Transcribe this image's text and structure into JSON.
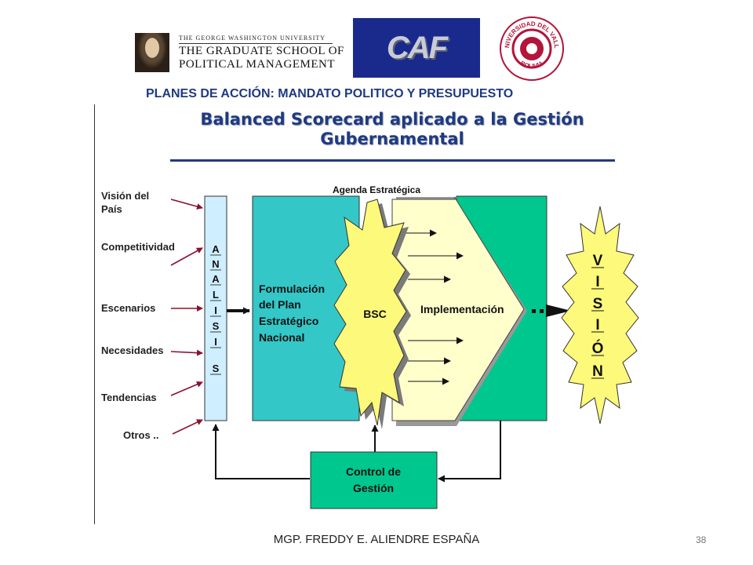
{
  "logos": {
    "gwu": {
      "line1": "THE GEORGE WASHINGTON UNIVERSITY",
      "line2": "THE GRADUATE SCHOOL OF",
      "line3": "POLITICAL MANAGEMENT"
    },
    "caf": {
      "text": "CAF"
    },
    "univalle": {
      "top_text": "UNIVERSIDAD DEL VALLE",
      "bottom_text": "BOLIVIA"
    }
  },
  "header": "PLANES DE ACCIÓN: MANDATO POLITICO Y PRESUPUESTO",
  "title": {
    "line1": "Balanced Scorecard aplicado a la Gestión",
    "line2": "Gubernamental"
  },
  "inputs": [
    "Visión del",
    "País",
    "Competitividad",
    "Escenarios",
    "Necesidades",
    "Tendencias",
    "Otros .."
  ],
  "analisis_letters": [
    "A",
    "N",
    "A",
    "L",
    "I",
    "S",
    "I",
    "S"
  ],
  "agenda_label": "Agenda Estratégica",
  "formulacion": [
    "Formulación",
    "del Plan",
    "Estratégico",
    "Nacional"
  ],
  "bsc_label": "BSC",
  "implementacion_label": "Implementación",
  "vision_letters": [
    "V",
    "I",
    "S",
    "I",
    "Ó",
    "N"
  ],
  "control": {
    "line1": "Control de",
    "line2": "Gestión"
  },
  "footer": "MGP. FREDDY E. ALIENDRE ESPAÑA",
  "page_number": "38",
  "colors": {
    "title_blue": "#1f3a80",
    "analysis_box": "#cfeeff",
    "formulacion_box": "#33c7c8",
    "green": "#00c78e",
    "bsc_yellow": "#fdf97a",
    "impl_cream": "#ffffcc",
    "arrow_red": "#8b1030"
  }
}
